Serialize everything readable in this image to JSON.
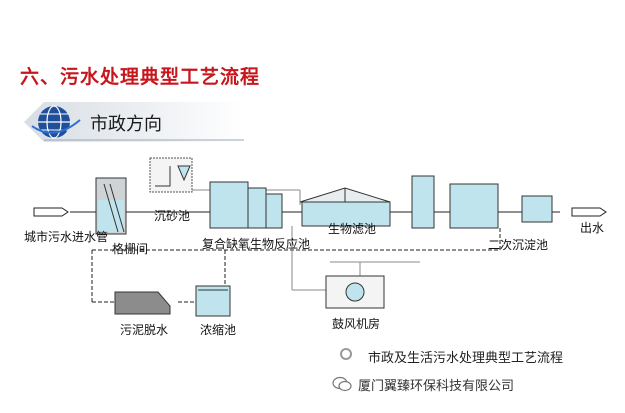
{
  "title": "六、污水处理典型工艺流程",
  "badge": {
    "text": "市政方向"
  },
  "labels": {
    "inflow": "城市污水进水管",
    "screen": "格栅间",
    "grit": "沉砂池",
    "reactor": "复合缺氧生物反应池",
    "biofilter": "生物滤池",
    "clarifier": "二次沉淀池",
    "outflow": "出水",
    "blower": "鼓风机房",
    "dewater": "污泥脱水",
    "thickener": "浓缩池"
  },
  "caption": "市政及生活污水处理典型工艺流程",
  "footer": "厦门翼臻环保科技有限公司",
  "colors": {
    "title": "#c8161d",
    "water": "#bfe4ee",
    "line": "#222222"
  },
  "icons": {
    "badge": "globe-icon",
    "caption": "circle-icon",
    "footer": "wechat-icon"
  }
}
